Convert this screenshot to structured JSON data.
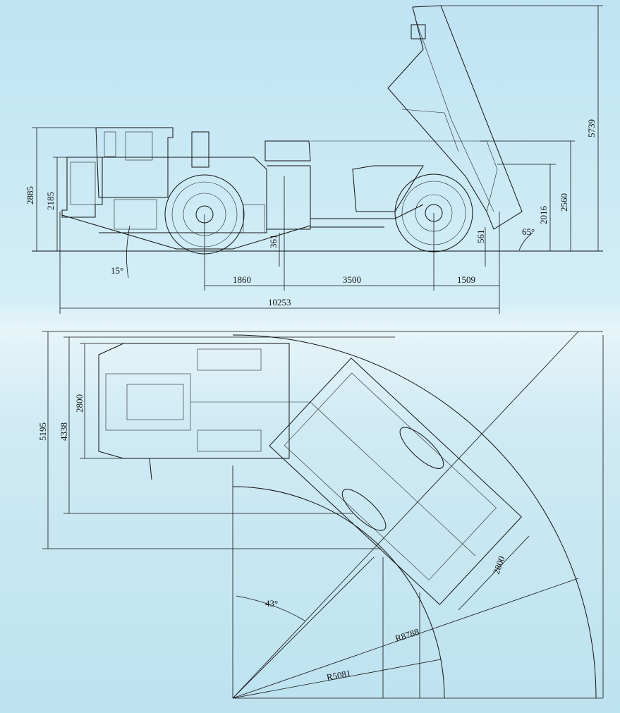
{
  "side_view": {
    "height_overall": "2885",
    "height_canopy": "2185",
    "height_dump_raised": "5739",
    "height_body_top": "2560",
    "height_tailgate": "2016",
    "ground_clearance_rear": "561",
    "ground_clearance_mid": "361",
    "approach_angle": "15°",
    "dump_angle": "65°",
    "front_axle_to_hinge": "1860",
    "wheelbase": "3500",
    "rear_overhang": "1509",
    "overall_length": "10253"
  },
  "top_view": {
    "overall_width": "2800",
    "turn_width_inner": "4338",
    "turn_width_outer": "5195",
    "rear_body_width": "2800",
    "articulation_angle": "43°",
    "outer_radius": "R8788",
    "inner_radius": "R5081"
  },
  "colors": {
    "line": "#111111",
    "background": "#c5e6f3"
  }
}
